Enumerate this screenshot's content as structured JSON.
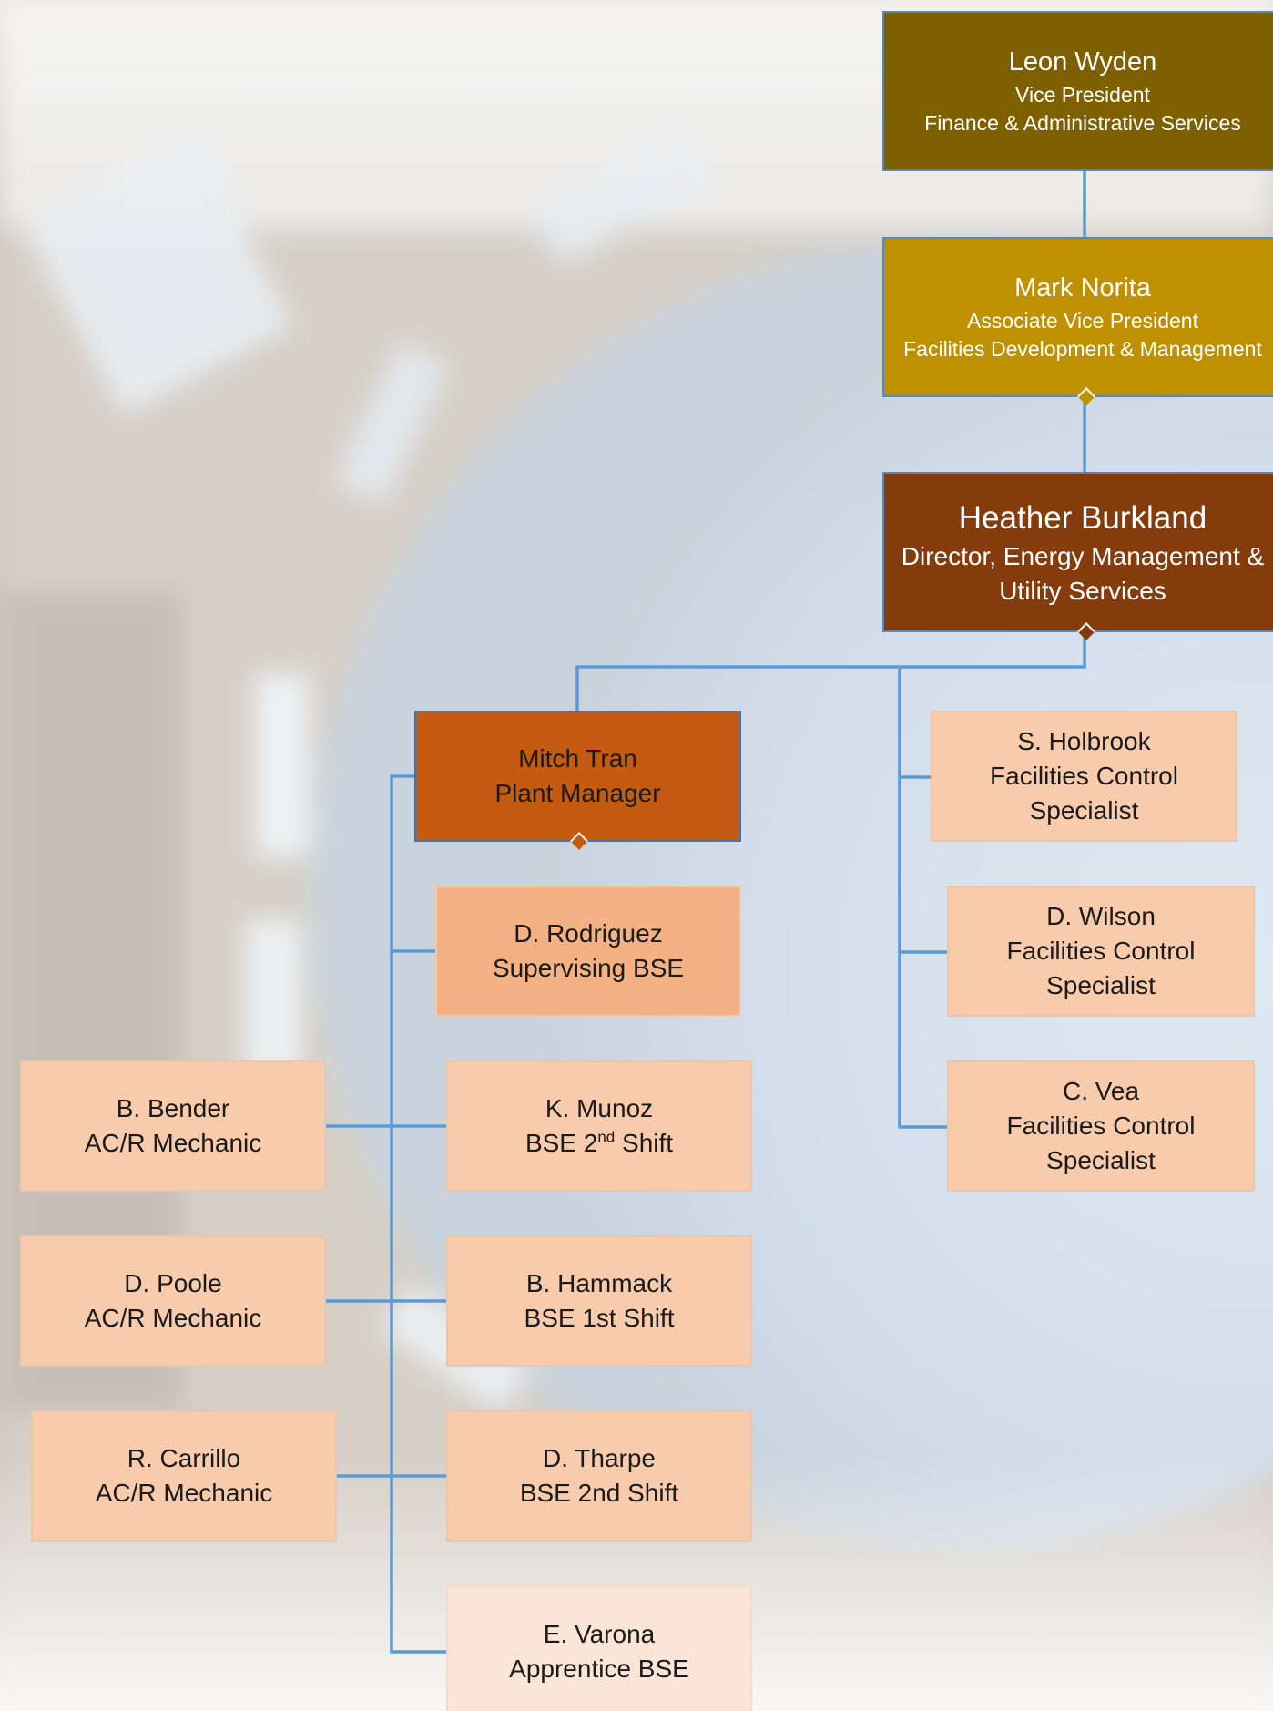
{
  "colors": {
    "connector": "#5b9bd5",
    "vp": "#7f6000",
    "avp": "#bf9000",
    "director": "#843c0c",
    "manager": "#c55a11",
    "supervisor": "#f4b183",
    "staff": "#f8cbad",
    "apprentice": "#fbe5d6"
  },
  "nodes": {
    "vp": {
      "name": "Leon Wyden",
      "title": "Vice President",
      "dept": "Finance & Administrative Services"
    },
    "avp": {
      "name": "Mark Norita",
      "title": "Associate Vice President",
      "dept": "Facilities Development & Management"
    },
    "director": {
      "name": "Heather Burkland",
      "title": "Director, Energy Management &",
      "dept": "Utility Services"
    },
    "manager": {
      "name": "Mitch Tran",
      "title": "Plant Manager"
    },
    "rodriguez": {
      "name": "D. Rodriguez",
      "title": "Supervising BSE"
    },
    "munoz": {
      "name": "K. Munoz",
      "title_pre": "BSE 2",
      "title_sup": "nd",
      "title_post": " Shift"
    },
    "hammack": {
      "name": "B. Hammack",
      "title": "BSE 1st Shift"
    },
    "tharpe": {
      "name": "D. Tharpe",
      "title": "BSE 2nd Shift"
    },
    "varona": {
      "name": "E. Varona",
      "title": "Apprentice BSE"
    },
    "bender": {
      "name": "B. Bender",
      "title": "AC/R Mechanic"
    },
    "poole": {
      "name": "D. Poole",
      "title": "AC/R Mechanic"
    },
    "carrillo": {
      "name": "R. Carrillo",
      "title": "AC/R Mechanic"
    },
    "holbrook": {
      "name": "S. Holbrook",
      "title1": "Facilities Control",
      "title2": "Specialist"
    },
    "wilson": {
      "name": "D. Wilson",
      "title1": "Facilities Control",
      "title2": "Specialist"
    },
    "vea": {
      "name": "C. Vea",
      "title1": "Facilities Control",
      "title2": "Specialist"
    }
  }
}
